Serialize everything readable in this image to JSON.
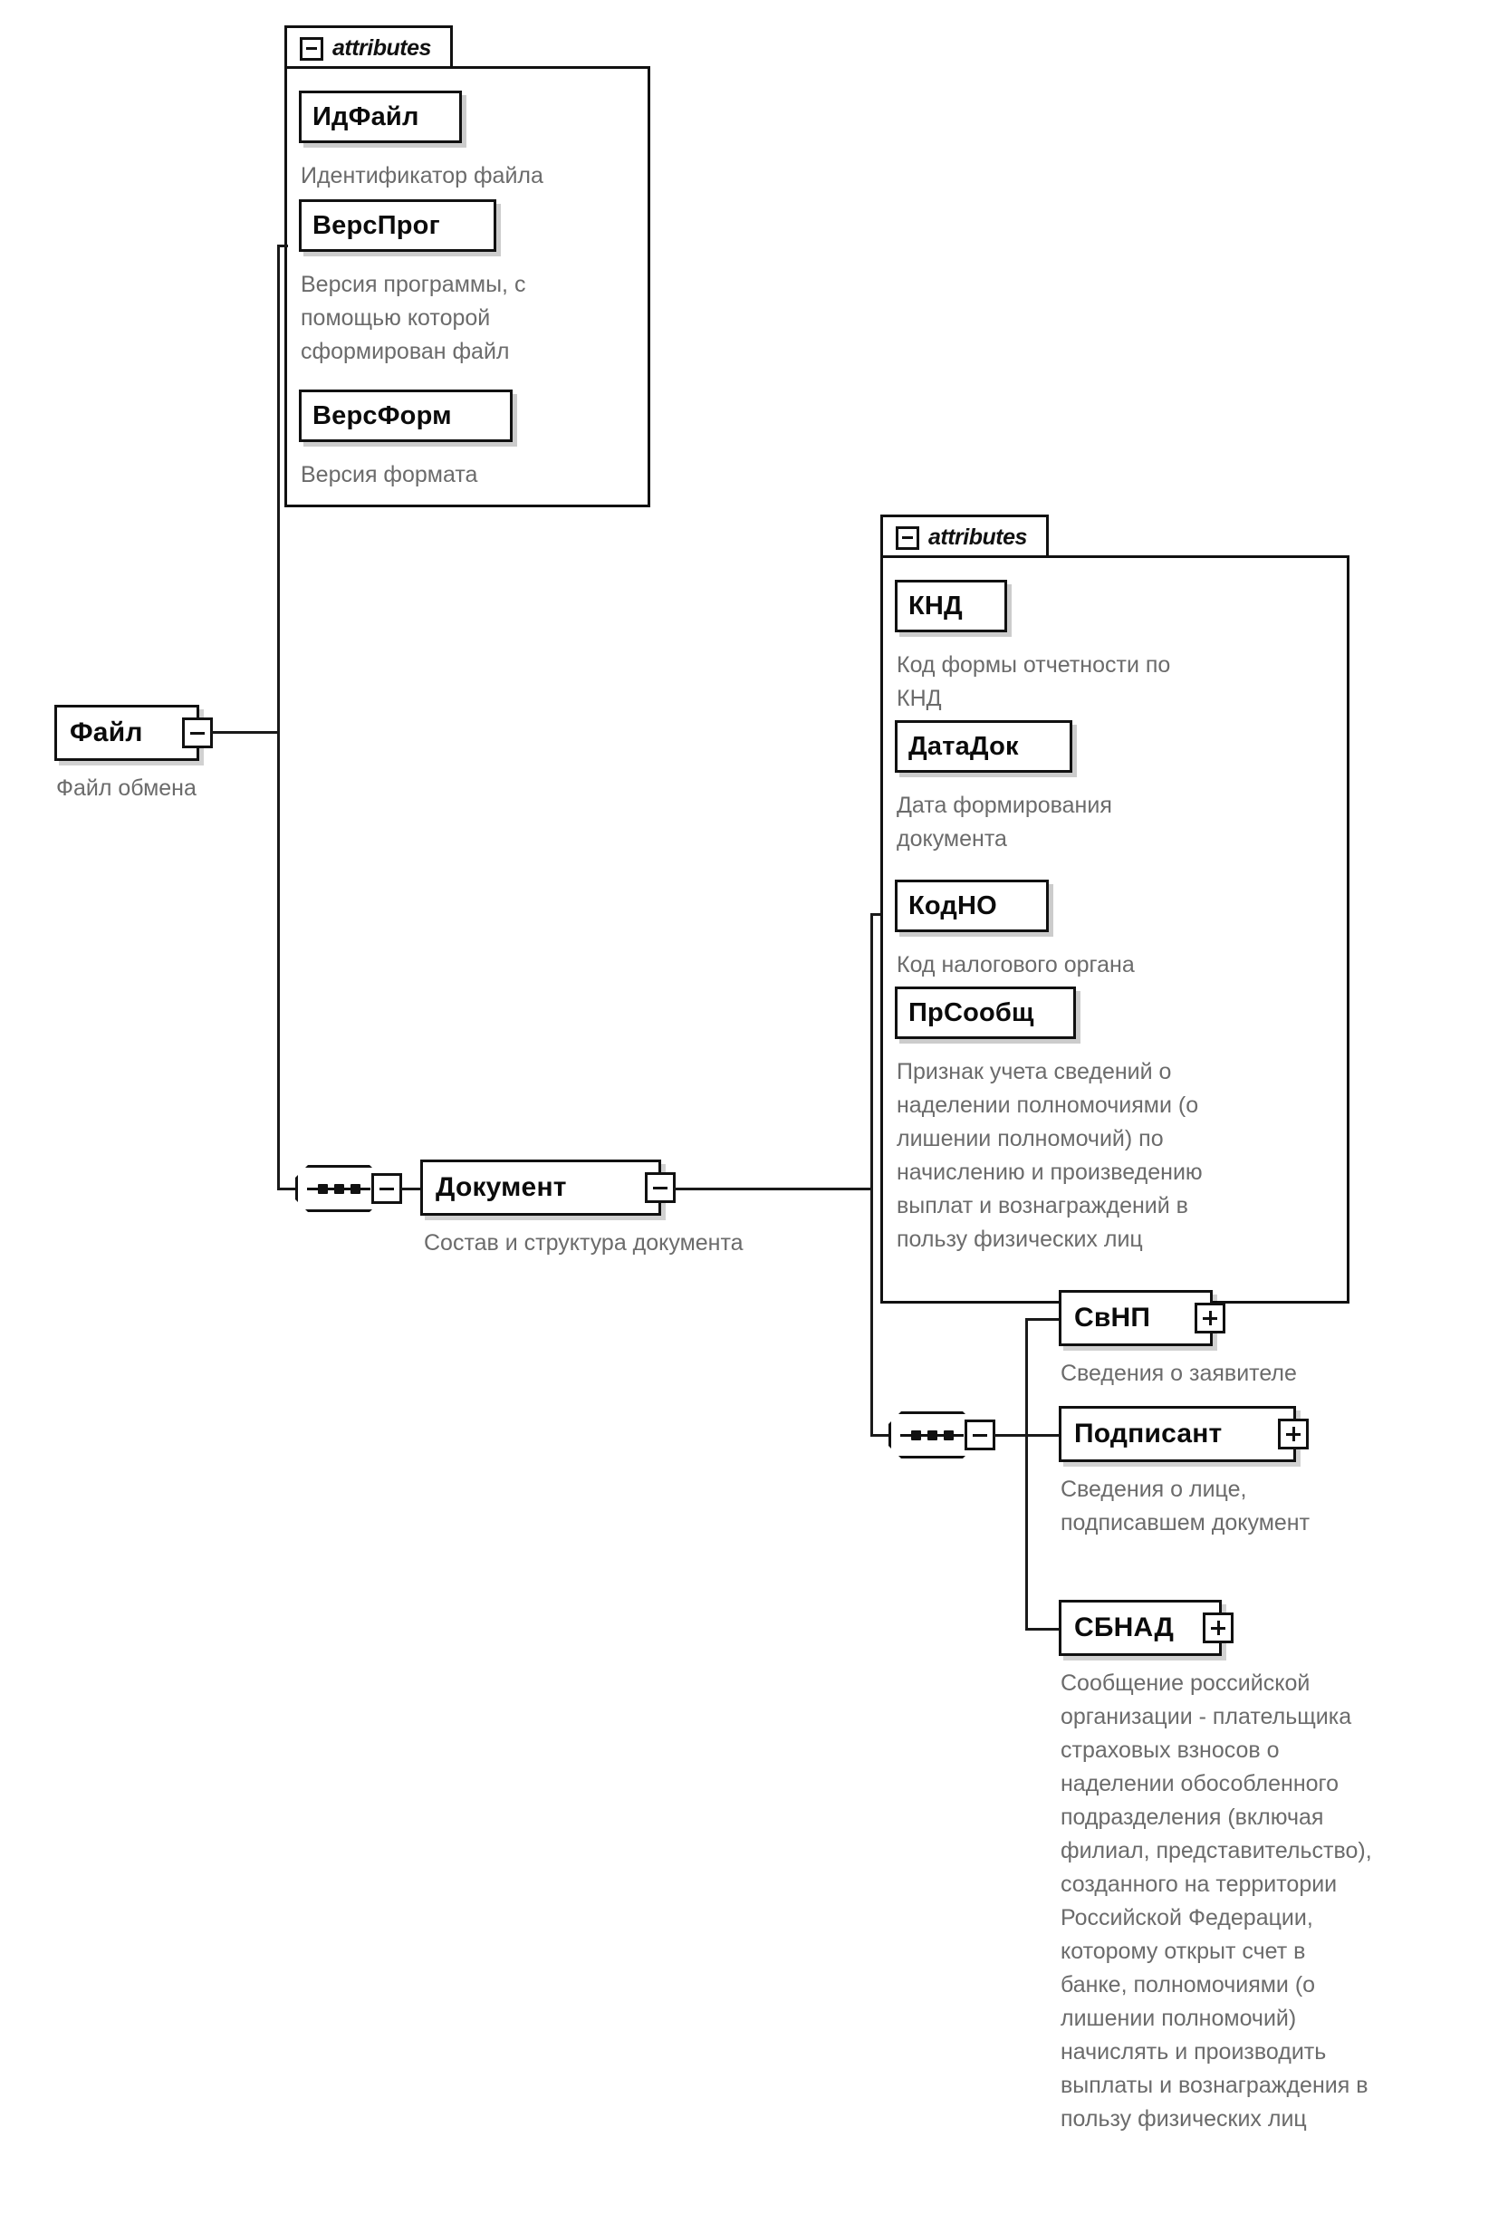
{
  "diagram": {
    "type": "xml-schema-tree",
    "root": {
      "name": "Файл",
      "doc": "Файл обмена",
      "toggle": "minus"
    },
    "root_attributes": {
      "title": "attributes",
      "toggle": "minus",
      "items": [
        {
          "name": "ИдФайл",
          "doc": "Идентификатор файла"
        },
        {
          "name": "ВерсПрог",
          "doc": "Версия программы, с\nпомощью которой\nсформирован файл"
        },
        {
          "name": "ВерсФорм",
          "doc": "Версия формата"
        }
      ]
    },
    "document": {
      "name": "Документ",
      "doc": "Состав и структура документа",
      "toggle": "minus"
    },
    "document_attributes": {
      "title": "attributes",
      "toggle": "minus",
      "items": [
        {
          "name": "КНД",
          "doc": "Код формы отчетности по\nКНД"
        },
        {
          "name": "ДатаДок",
          "doc": "Дата формирования\nдокумента"
        },
        {
          "name": "КодНО",
          "doc": "Код налогового органа"
        },
        {
          "name": "ПрСообщ",
          "doc": "Признак учета сведений о\nнаделении полномочиями (о\nлишении полномочий) по\nначислению и произведению\nвыплат и вознаграждений в\nпользу физических лиц"
        }
      ]
    },
    "document_children": [
      {
        "name": "СвНП",
        "toggle": "plus",
        "doc": "Сведения о заявителе"
      },
      {
        "name": "Подписант",
        "toggle": "plus",
        "doc": "Сведения о лице,\nподписавшем документ"
      },
      {
        "name": "СБНАД",
        "toggle": "plus",
        "doc": "Сообщение российской\nорганизации - плательщика\nстраховых взносов о\nнаделении обособленного\nподразделения (включая\nфилиал, представительство),\nсозданного на территории\nРоссийской Федерации,\nкоторому открыт счет в\nбанке, полномочиями (о\nлишении полномочий)\nначислять и производить\nвыплаты и вознаграждения в\nпользу физических лиц"
      }
    ]
  },
  "colors": {
    "ink": "#111111",
    "doc_text": "#6b6b6b",
    "background": "#ffffff"
  }
}
